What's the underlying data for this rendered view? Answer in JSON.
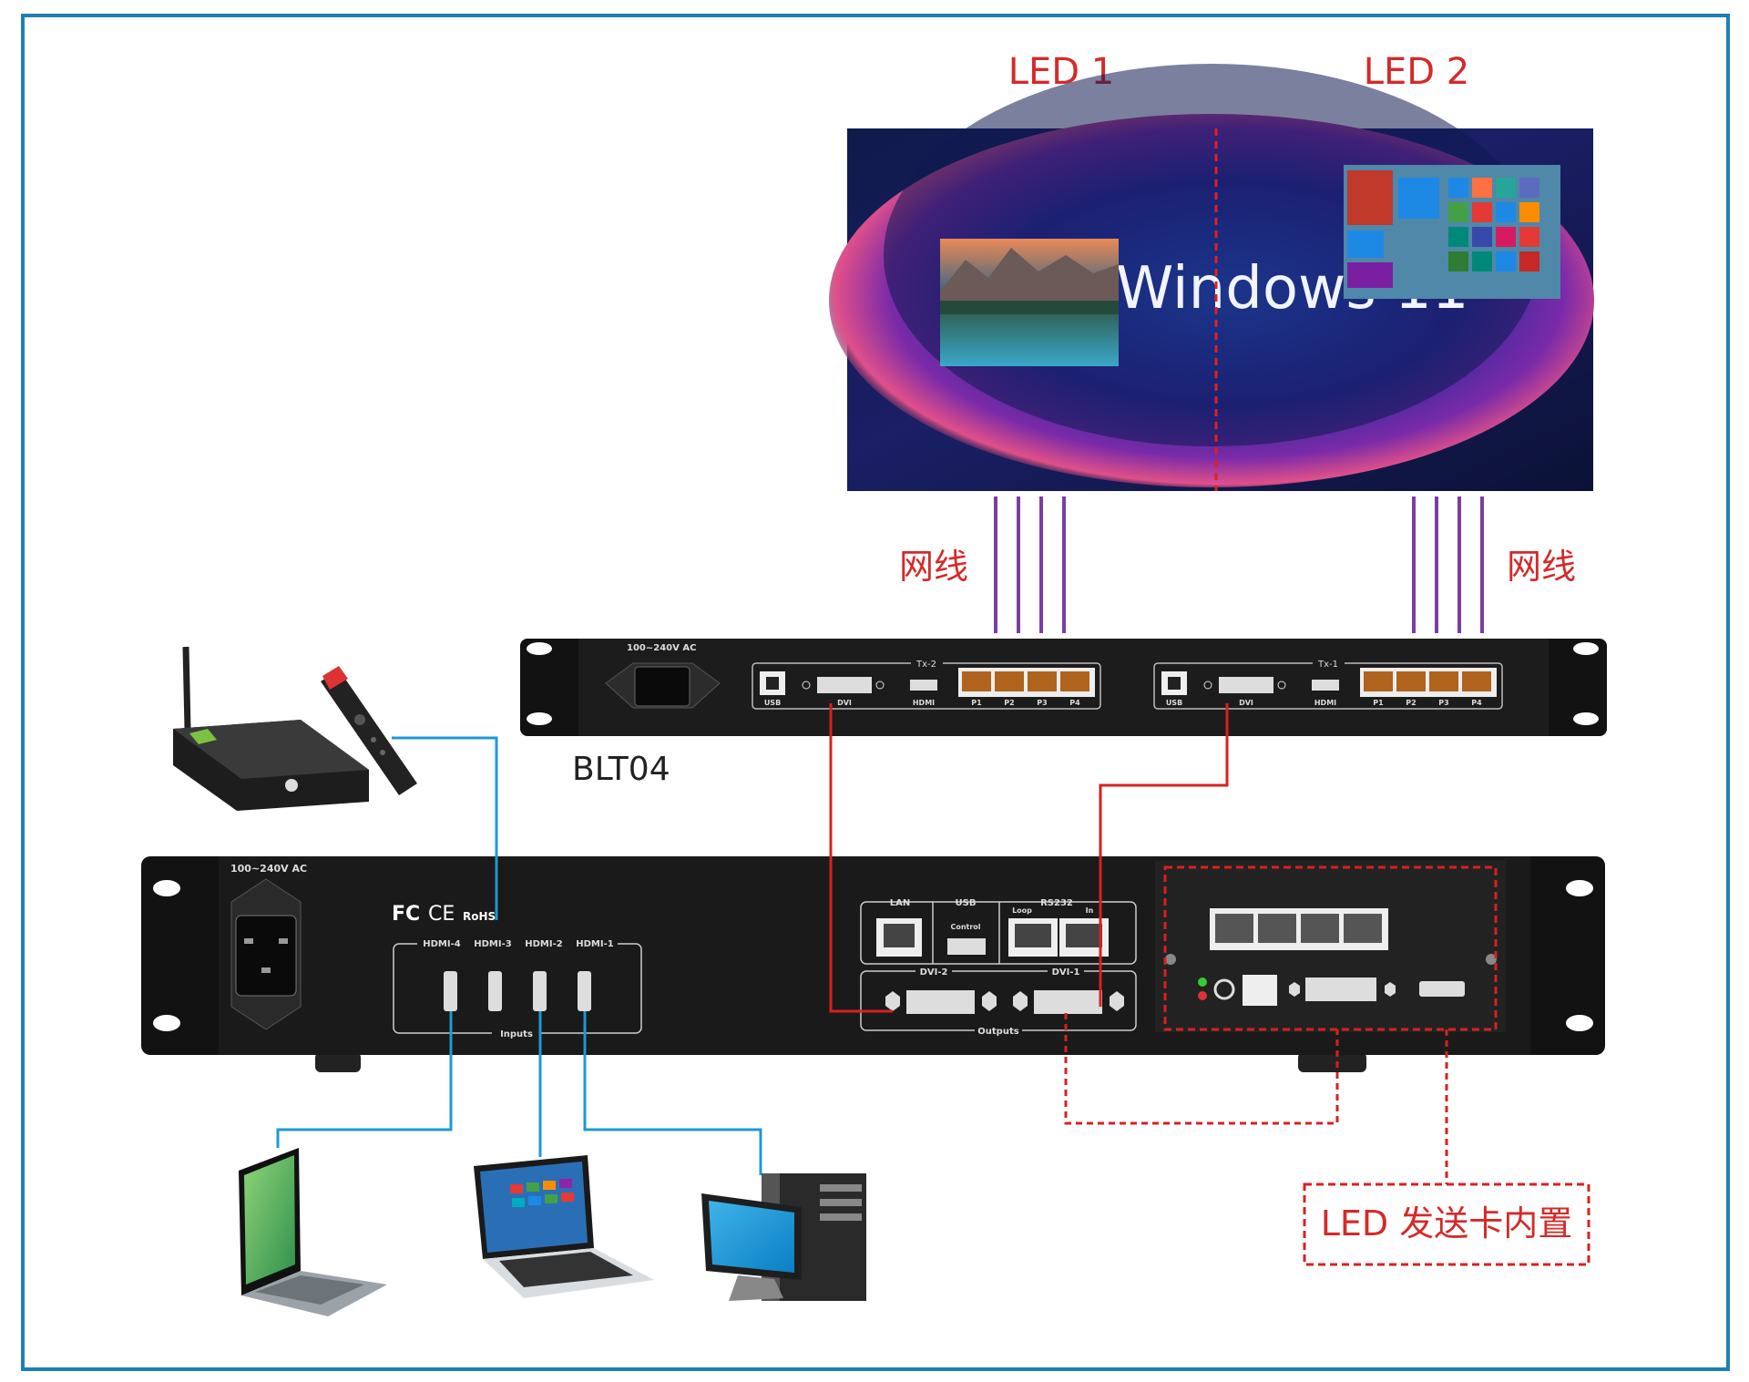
{
  "screen": {
    "led1_label": "LED 1",
    "led2_label": "LED 2",
    "screen_text": "Windows 11"
  },
  "cable": {
    "left_label": "网线",
    "right_label": "网线"
  },
  "sender": {
    "model_label": "BLT04",
    "power_label": "100~240V AC",
    "tx2_label": "Tx-2",
    "tx1_label": "Tx-1",
    "port_labels": {
      "usb": "USB",
      "dvi": "DVI",
      "hdmi": "HDMI",
      "p1": "P1",
      "p2": "P2",
      "p3": "P3",
      "p4": "P4"
    }
  },
  "processor": {
    "power_label": "100~240V AC",
    "cert_fc": "FC",
    "cert_ce": "CE",
    "cert_rohs": "RoHS",
    "hdmi_inputs": [
      "HDMI-4",
      "HDMI-3",
      "HDMI-2",
      "HDMI-1"
    ],
    "inputs_label": "Inputs",
    "lan_label": "LAN",
    "usb_label": "USB",
    "control_label": "Control",
    "rs232_label": "RS232",
    "loop_label": "Loop",
    "in_label": "In",
    "dvi2_label": "DVI-2",
    "dvi1_label": "DVI-1",
    "outputs_label": "Outputs"
  },
  "callout": {
    "builtin_card_label": "LED 发送卡内置"
  },
  "colors": {
    "border_blue": "#1f7fb5",
    "label_red": "#d42a2a",
    "cable_purple": "#7a3ea0",
    "signal_red": "#d82020",
    "signal_blue": "#1e98d6",
    "device_black": "#121212"
  }
}
